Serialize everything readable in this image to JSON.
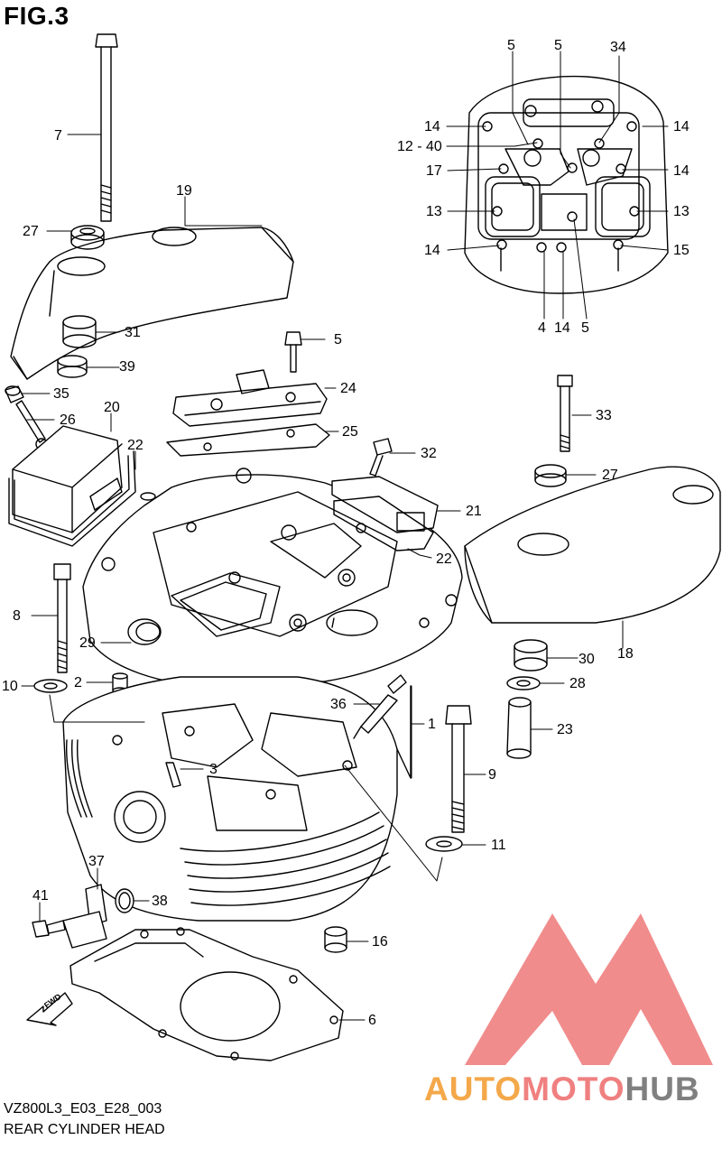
{
  "figure": {
    "title": "FIG.3",
    "model_code": "VZ800L3_E03_E28_003",
    "section_name": "REAR CYLINDER HEAD"
  },
  "direction_tag": "FWD",
  "watermark": {
    "brand_part1": "AUTO",
    "brand_part2": "MOTO",
    "brand_part3": "HUB",
    "color_orange": "#f4a84a",
    "color_red": "#f08080",
    "color_gray": "#808080"
  },
  "callouts": [
    {
      "id": "c7",
      "text": "7"
    },
    {
      "id": "c19",
      "text": "19"
    },
    {
      "id": "c27a",
      "text": "27"
    },
    {
      "id": "c31",
      "text": "31"
    },
    {
      "id": "c39",
      "text": "39"
    },
    {
      "id": "c35",
      "text": "35"
    },
    {
      "id": "c26",
      "text": "26"
    },
    {
      "id": "c20",
      "text": "20"
    },
    {
      "id": "c22a",
      "text": "22"
    },
    {
      "id": "c5a",
      "text": "5"
    },
    {
      "id": "c24",
      "text": "24"
    },
    {
      "id": "c25",
      "text": "25"
    },
    {
      "id": "c32",
      "text": "32"
    },
    {
      "id": "c21",
      "text": "21"
    },
    {
      "id": "c22b",
      "text": "22"
    },
    {
      "id": "c33",
      "text": "33"
    },
    {
      "id": "c27b",
      "text": "27"
    },
    {
      "id": "c8",
      "text": "8"
    },
    {
      "id": "c29",
      "text": "29"
    },
    {
      "id": "c10",
      "text": "10"
    },
    {
      "id": "c2",
      "text": "2"
    },
    {
      "id": "c36",
      "text": "36"
    },
    {
      "id": "c1",
      "text": "1"
    },
    {
      "id": "c3",
      "text": "3"
    },
    {
      "id": "c30",
      "text": "30"
    },
    {
      "id": "c18",
      "text": "18"
    },
    {
      "id": "c28",
      "text": "28"
    },
    {
      "id": "c23",
      "text": "23"
    },
    {
      "id": "c9",
      "text": "9"
    },
    {
      "id": "c11",
      "text": "11"
    },
    {
      "id": "c37",
      "text": "37"
    },
    {
      "id": "c41",
      "text": "41"
    },
    {
      "id": "c38",
      "text": "38"
    },
    {
      "id": "c16",
      "text": "16"
    },
    {
      "id": "c6",
      "text": "6"
    },
    {
      "id": "i5a",
      "text": "5"
    },
    {
      "id": "i5b",
      "text": "5"
    },
    {
      "id": "i34",
      "text": "34"
    },
    {
      "id": "i14a",
      "text": "14"
    },
    {
      "id": "i14b",
      "text": "14"
    },
    {
      "id": "i1240",
      "text": "12 - 40"
    },
    {
      "id": "i17",
      "text": "17"
    },
    {
      "id": "i14c",
      "text": "14"
    },
    {
      "id": "i13a",
      "text": "13"
    },
    {
      "id": "i13b",
      "text": "13"
    },
    {
      "id": "i14d",
      "text": "14"
    },
    {
      "id": "i15",
      "text": "15"
    },
    {
      "id": "i4",
      "text": "4"
    },
    {
      "id": "i14e",
      "text": "14"
    },
    {
      "id": "i5c",
      "text": "5"
    }
  ]
}
